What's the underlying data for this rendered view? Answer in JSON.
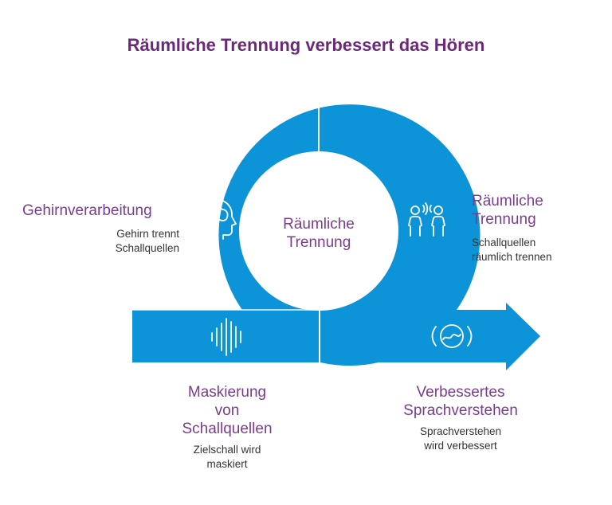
{
  "title": "Räumliche Trennung verbessert das Hören",
  "colors": {
    "accent": "#0d94d8",
    "title": "#6a2a78",
    "heading": "#7a3d8e",
    "text": "#333333"
  },
  "center_label": {
    "line1": "Räumliche",
    "line2": "Trennung"
  },
  "steps": {
    "brain": {
      "heading": "Gehirnverarbeitung",
      "desc1": "Gehirn trennt",
      "desc2": "Schallquellen",
      "icon": "brain-head-icon"
    },
    "spatial": {
      "heading1": "Räumliche",
      "heading2": "Trennung",
      "desc1": "Schallquellen",
      "desc2": "räumlich trennen",
      "icon": "two-people-sound-icon"
    },
    "masking": {
      "heading1": "Maskierung",
      "heading2": "von",
      "heading3": "Schallquellen",
      "desc1": "Zielschall wird",
      "desc2": "maskiert",
      "icon": "sound-wave-icon"
    },
    "speech": {
      "heading1": "Verbessertes",
      "heading2": "Sprachverstehen",
      "desc1": "Sprachverstehen",
      "desc2": "wird verbessert",
      "icon": "hearing-circle-icon"
    }
  }
}
